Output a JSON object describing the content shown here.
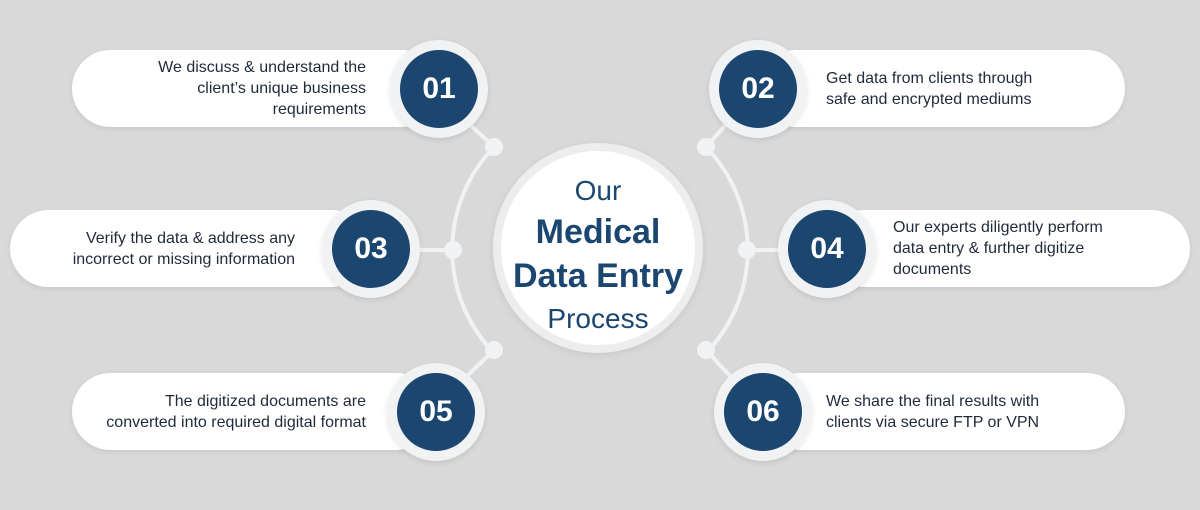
{
  "center": {
    "line1": "Our",
    "line2": "Medical",
    "line3": "Data Entry",
    "line4": "Process"
  },
  "steps": [
    {
      "number": "01",
      "text": "We discuss & understand the client’s unique business requirements"
    },
    {
      "number": "02",
      "text": "Get data from clients through safe and encrypted mediums"
    },
    {
      "number": "03",
      "text": "Verify the data & address any incorrect or missing information"
    },
    {
      "number": "04",
      "text": "Our experts diligently perform data entry & further digitize documents"
    },
    {
      "number": "05",
      "text": "The digitized documents are converted into required digital format"
    },
    {
      "number": "06",
      "text": "We share the final results with clients via secure FTP or VPN"
    }
  ],
  "colors": {
    "accent": "#1b4670",
    "background": "#d9d9d9"
  }
}
